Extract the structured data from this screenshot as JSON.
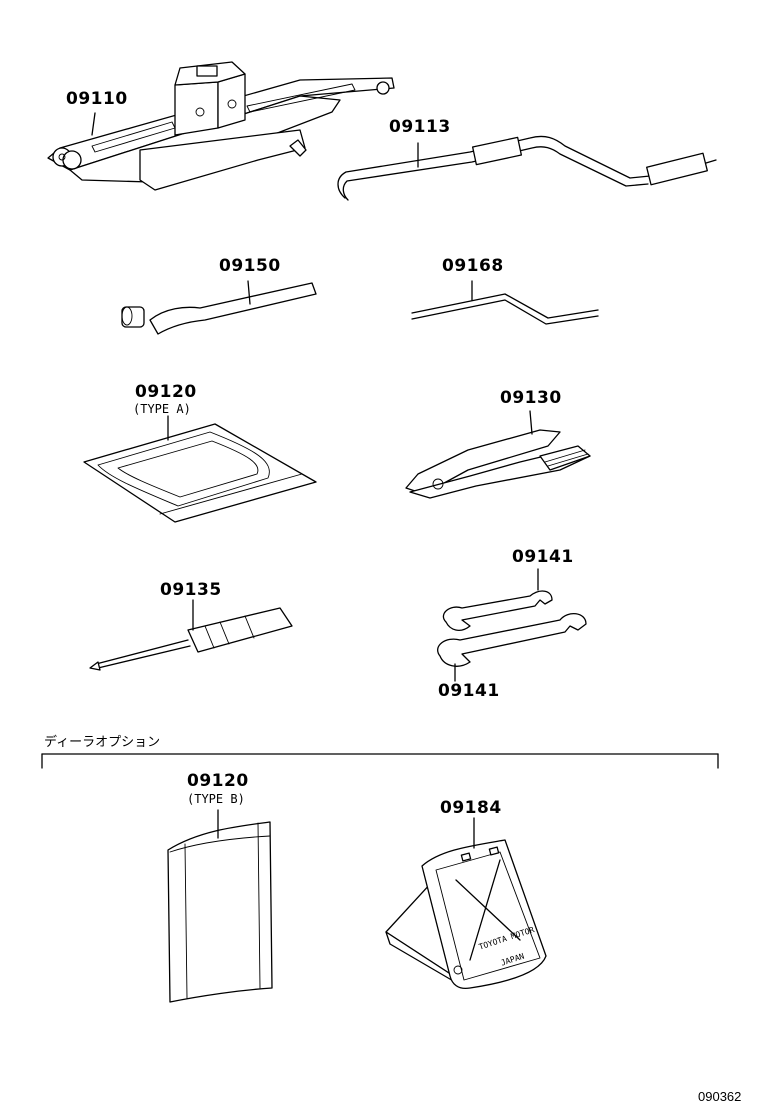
{
  "parts": {
    "jack": "09110",
    "jack_handle": "09113",
    "wheel_wrench": "09150",
    "hook": "09168",
    "tool_bag_a": "09120",
    "tool_bag_a_type": "(TYPE A)",
    "pliers": "09130",
    "screwdriver": "09135",
    "wrench_upper": "09141",
    "wrench_lower": "09141",
    "tool_bag_b": "09120",
    "tool_bag_b_type": "(TYPE B)",
    "warning_triangle": "09184"
  },
  "section": {
    "dealer_option": "ディーラオプション"
  },
  "plate_text": {
    "line1": "TOYOTA MOTOR",
    "line2": "JAPAN"
  },
  "diagram_code": "090362"
}
